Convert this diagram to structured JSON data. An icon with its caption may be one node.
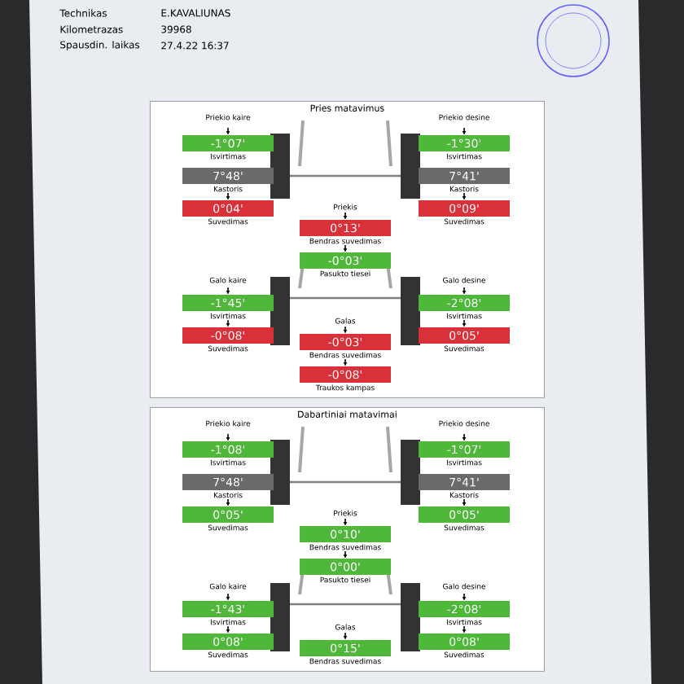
{
  "diagram": {
    "nodes": [
      {
        "text": [
          "Pries matavimus"
        ]
      },
      {
        "text": [
          "-1°07'"
        ],
        "beside": [
          "Isvirtimas"
        ],
        "in": 0
      },
      {
        "text": [
          "-1°30'"
        ],
        "beside": [
          "Isvirtimas"
        ],
        "in": 0
      },
      {
        "text": [
          "7°48'"
        ],
        "beside": [
          "Kastoris"
        ],
        "in": 0
      },
      {
        "text": [
          "7°41'"
        ],
        "beside": [
          "Kastoris"
        ],
        "in": 0
      },
      {
        "text": [
          "0°04'"
        ],
        "beside": [
          "Suvedimas"
        ],
        "in": 0
      },
      {
        "text": [
          "0°09'"
        ],
        "beside": [
          "Suvedimas"
        ],
        "in": 0
      },
      {
        "text": [
          "0°13'"
        ],
        "beside": [
          "Bendras suvedimas"
        ],
        "in": 0
      },
      {
        "text": [
          "-0°03'"
        ],
        "beside": [
          "Pasukto tiesei"
        ],
        "in": 0
      },
      {
        "text": [
          "-1°45'"
        ],
        "beside": [
          "Isvirtimas"
        ],
        "in": 0
      },
      {
        "text": [
          "-2°08'"
        ],
        "beside": [
          "Isvirtimas"
        ],
        "in": 0
      },
      {
        "text": [
          "-0°08'"
        ],
        "beside": [
          "Suvedimas"
        ],
        "in": 0
      },
      {
        "text": [
          "0°05'"
        ],
        "beside": [
          "Suvedimas"
        ],
        "in": 0
      },
      {
        "text": [
          "-0°03'"
        ],
        "beside": [
          "Bendras suvedimas"
        ],
        "in": 0
      },
      {
        "text": [
          "-0°08'"
        ],
        "beside": [
          "Traukos kampas"
        ],
        "in": 0
      },
      {
        "text": [
          "Dabartiniai matavimai"
        ]
      },
      {
        "text": [
          "-1°08'"
        ],
        "beside": [
          "Isvirtimas"
        ],
        "in": 15
      },
      {
        "text": [
          "-1°07'"
        ],
        "beside": [
          "Isvirtimas"
        ],
        "in": 15
      },
      {
        "text": [
          "7°48'"
        ],
        "beside": [
          "Kastoris"
        ],
        "in": 15
      },
      {
        "text": [
          "7°41'"
        ],
        "beside": [
          "Kastoris"
        ],
        "in": 15
      },
      {
        "text": [
          "0°05'"
        ],
        "beside": [
          "Suvedimas"
        ],
        "in": 15
      },
      {
        "text": [
          "0°05'"
        ],
        "beside": [
          "Suvedimas"
        ],
        "in": 15
      },
      {
        "text": [
          "0°10'"
        ],
        "beside": [
          "Bendras suvedimas"
        ],
        "in": 15
      },
      {
        "text": [
          "0°00'"
        ],
        "beside": [
          "Pasukto tiesei"
        ],
        "in": 15
      },
      {
        "text": [
          "-1°43'"
        ],
        "beside": [
          "Isvirtimas"
        ],
        "in": 15
      },
      {
        "text": [
          "-2°08'"
        ],
        "beside": [
          "Isvirtimas"
        ],
        "in": 15
      },
      {
        "text": [
          "0°08'"
        ],
        "beside": [
          "Suvedimas"
        ],
        "in": 15
      },
      {
        "text": [
          "0°08'"
        ],
        "beside": [
          "Suvedimas"
        ],
        "in": 15
      },
      {
        "text": [
          "0°15'"
        ],
        "beside": [
          "Bendras suvedimas"
        ],
        "in": 15
      }
    ],
    "labels": [
      "Technikas",
      "E.KAVALIUNAS",
      "Kilometrazas",
      "39968",
      "Spausdin. laikas",
      "27.4.22 16:37",
      "Priekio kaire",
      "Priekio desine",
      "Priekis",
      "Galo kaire",
      "Galo desine",
      "Galas",
      "Priekio kaire",
      "Priekio desine",
      "Priekis",
      "Galo kaire",
      "Galo desine",
      "Galas"
    ]
  }
}
